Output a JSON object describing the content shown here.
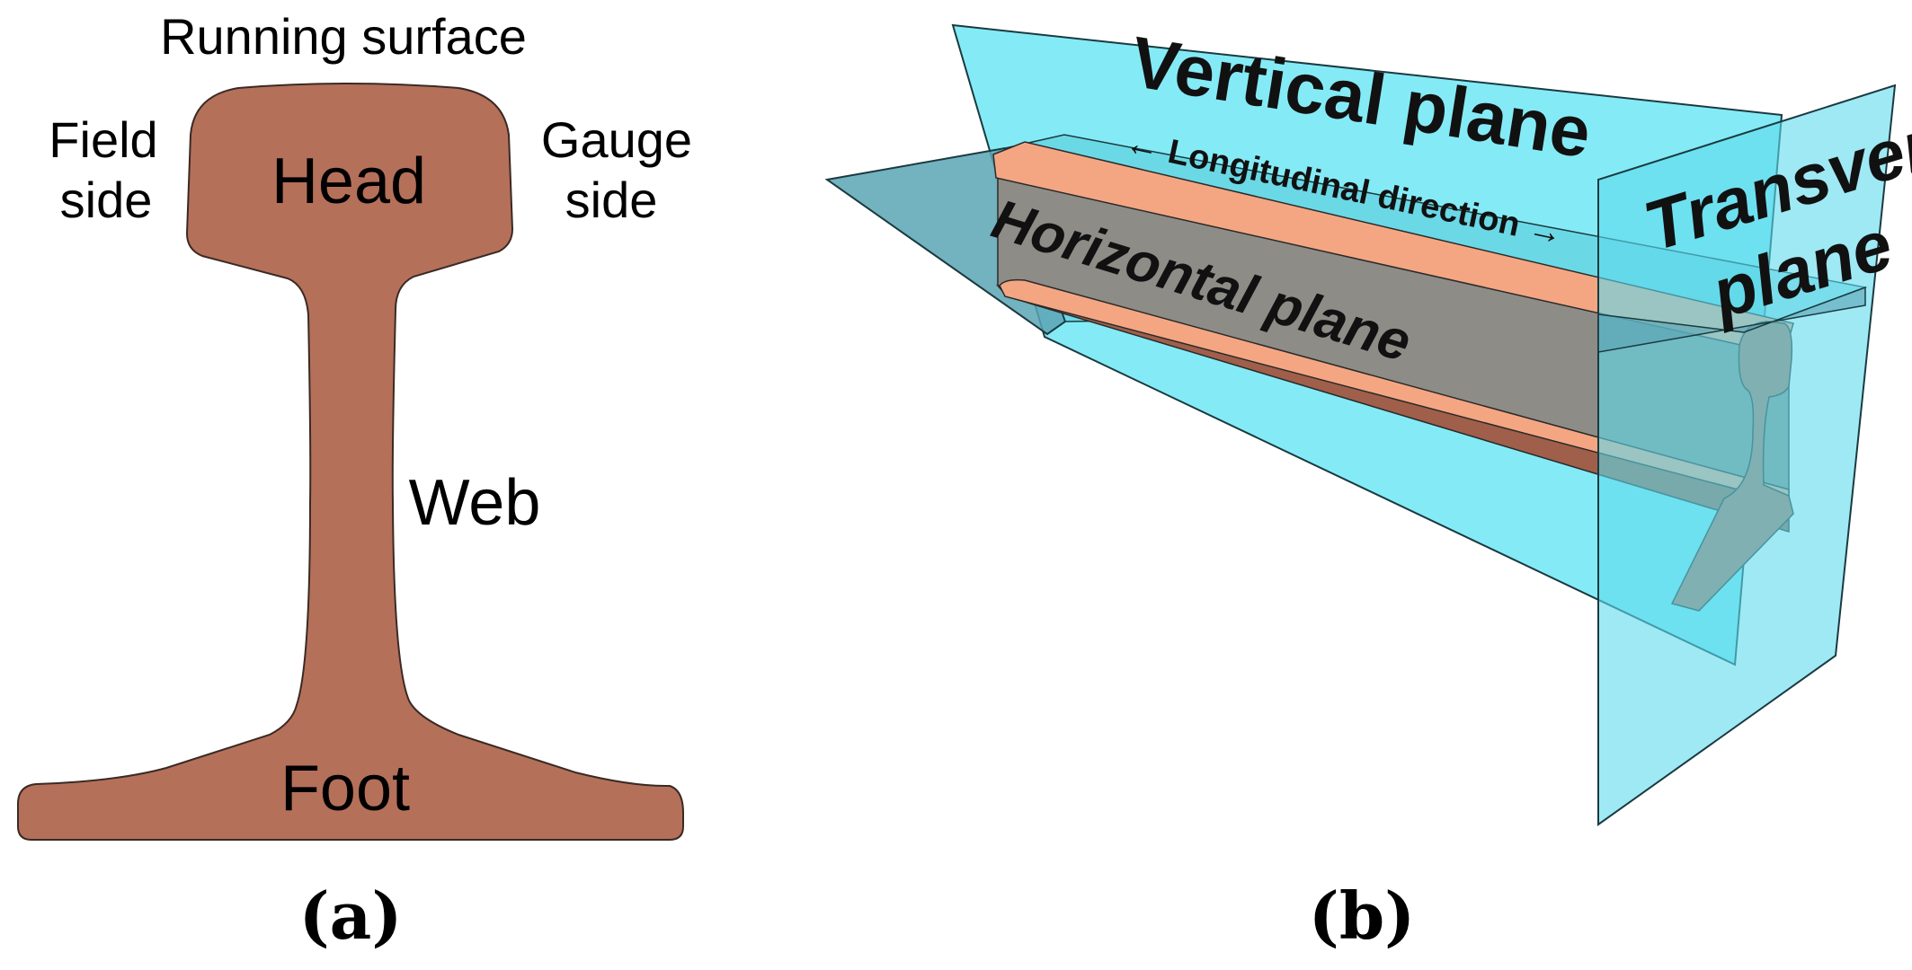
{
  "colors": {
    "rail": "#b5705a",
    "rail_outline": "#3a2a24",
    "rail_top": "#f4a683",
    "rail_side": "#a05f4a",
    "rail_web": "#8c8a84",
    "plane_cyan": "#67e7f2",
    "plane_teal": "#5aa4b4",
    "text": "#000000"
  },
  "panel_a": {
    "caption": "(a)",
    "labels": {
      "running_surface": "Running surface",
      "field_side_1": "Field",
      "field_side_2": "side",
      "gauge_side_1": "Gauge",
      "gauge_side_2": "side",
      "head": "Head",
      "web": "Web",
      "foot": "Foot"
    }
  },
  "panel_b": {
    "caption": "(b)",
    "labels": {
      "vertical_plane": "Vertical plane",
      "longitudinal_direction": "← Longitudinal direction →",
      "horizontal_plane": "Horizontal plane",
      "transverse_1": "Transverse",
      "transverse_2": "plane"
    }
  }
}
